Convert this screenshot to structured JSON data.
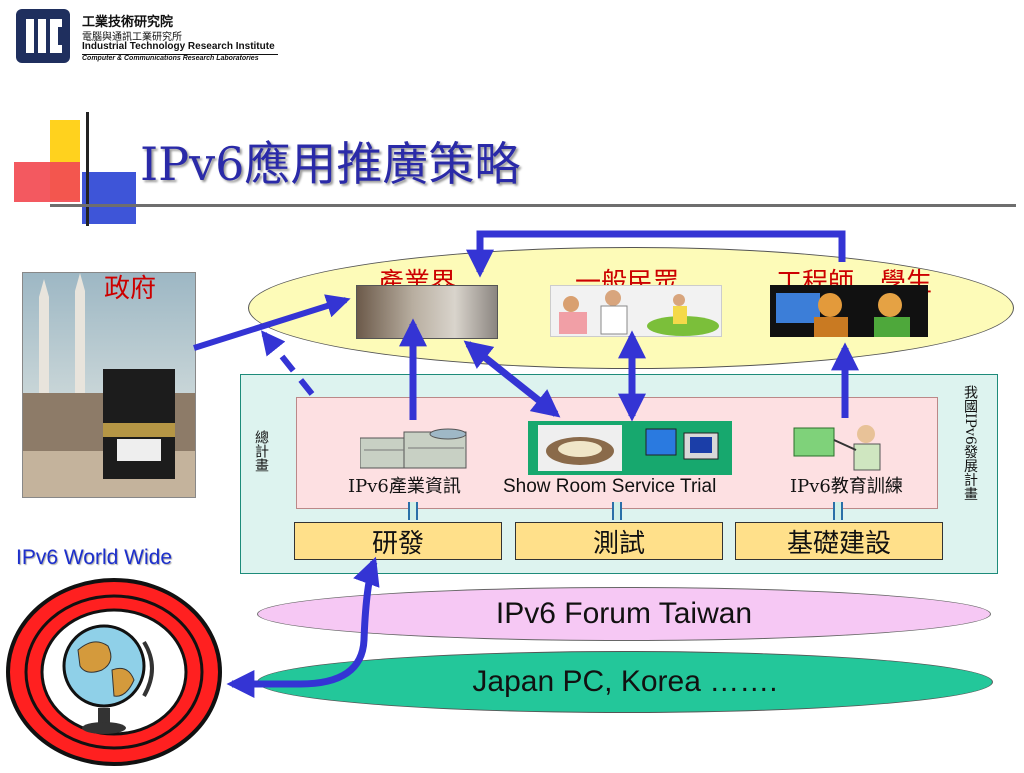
{
  "header": {
    "org_line1": "工業技術研究院",
    "org_line2": "電腦與通訊工業研究所",
    "org_line3": "Industrial Technology Research Institute",
    "org_line4": "Computer & Communications Research Laboratories"
  },
  "title": "IPv6應用推廣策略",
  "actors": {
    "government": "政府",
    "industry": "產業界",
    "public": "一般民眾",
    "engineers": "工程師、學生"
  },
  "center": {
    "left_vertical": "總計畫",
    "right_vertical": "我國IPv6發展計畫",
    "item_industry_info": "IPv6產業資訊",
    "item_showroom": "Show Room Service Trial",
    "item_training": "IPv6教育訓練",
    "box_rnd": "研發",
    "box_test": "測試",
    "box_infra": "基礎建設"
  },
  "world": {
    "label": "IPv6 World Wide",
    "forum": "IPv6 Forum Taiwan",
    "partners": "Japan PC, Korea ……."
  },
  "colors": {
    "arrow": "#3434d4",
    "title": "#2a2aa8",
    "actor_red": "#cc0000",
    "yellow_ellipse": "#fdfbb8",
    "center_panel": "#ddf3ef",
    "pink_panel": "#fde0e2",
    "forum_ellipse": "#f6c8f4",
    "partner_ellipse": "#23c79a"
  }
}
